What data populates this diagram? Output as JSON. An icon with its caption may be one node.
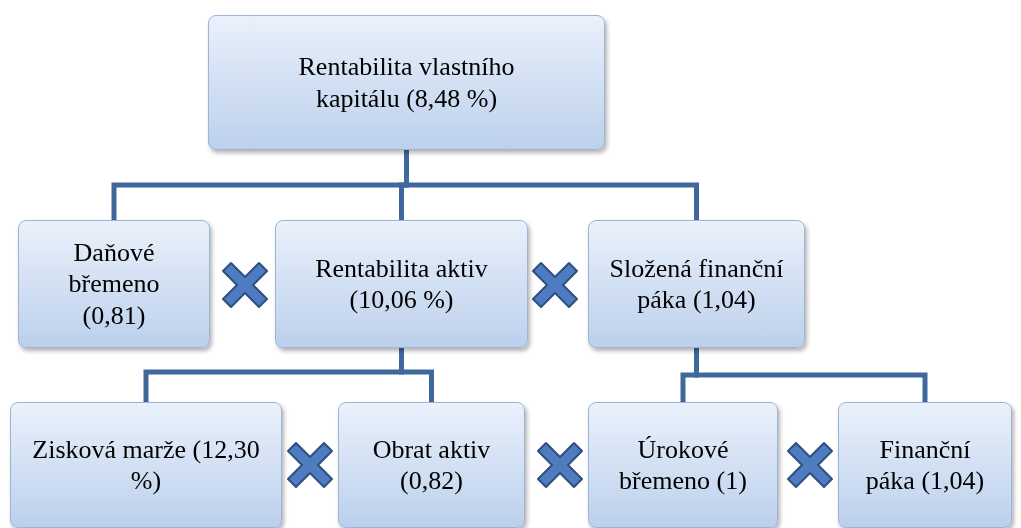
{
  "diagram": {
    "nodes": [
      {
        "text": [
          "Rentabilita vlastního kapitálu (8,48 %)"
        ]
      },
      {
        "text": [
          "Daňové břemeno (0,81)"
        ]
      },
      {
        "text": [
          "Rentabilita aktiv (10,06 %)"
        ]
      },
      {
        "text": [
          "Složená finanční páka (1,04)"
        ]
      },
      {
        "text": [
          "Zisková marže (12,30 %)"
        ]
      },
      {
        "text": [
          "Obrat aktiv (0,82)"
        ]
      },
      {
        "text": [
          "Úrokové břemeno (1)"
        ]
      },
      {
        "text": [
          "Finanční páka (1,04)"
        ]
      }
    ],
    "edges": [
      {
        "from": 0,
        "to": 1,
        "arrow": "none"
      },
      {
        "from": 0,
        "to": 2,
        "arrow": "none"
      },
      {
        "from": 0,
        "to": 3,
        "arrow": "none"
      },
      {
        "from": 2,
        "to": 4,
        "arrow": "none"
      },
      {
        "from": 2,
        "to": 5,
        "arrow": "none"
      },
      {
        "from": 3,
        "to": 6,
        "arrow": "none"
      },
      {
        "from": 3,
        "to": 7,
        "arrow": "none"
      }
    ]
  }
}
